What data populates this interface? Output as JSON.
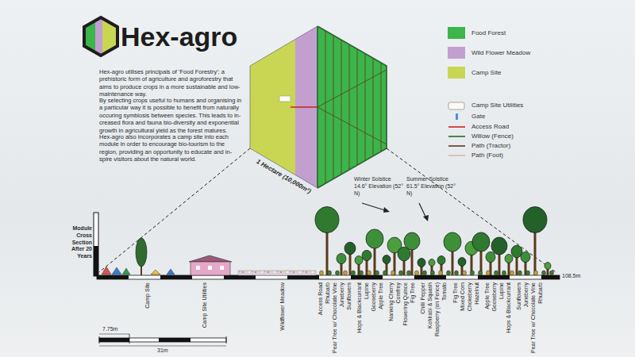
{
  "diagram": {
    "title": "Hex-agro",
    "labels": [
      "Hex-agro utilises principals of 'Food Forestry'; a prehistoric form of agriculture and agroforestry that aims to produce crops in a more sustainable and low-maintenance way.",
      "By selecting crops useful to humans and organising in a particular way it is possible to benefit from naturally occuring symbiosis between species. This leads to in-creased flora and fauna bio-diversity and exponential growth in agricultural yield as the forest matures.",
      "Hex-agro also incorporates a camp site into each module in order to encourage bio-tourism to the region, providing an opportunity to educate and in-spire visitors about the natural world.",
      "1 Hectare (10,000m²)",
      "Winter Solstice 14.6° Elevation (52° N)",
      "Summer Solstice 61.5° Elevation (52° N)",
      "Module Cross Section After 20 Years",
      "108.5m",
      "7.75m",
      "31m",
      "Camp Site",
      "Camp Site Utilities",
      "Wildflower Meadow",
      "Access Road",
      "Rhubarb",
      "Pear Tree w/ Chocolate Vine",
      "Juneberry",
      "Sunflowers",
      "Hops & Blackcurrant",
      "Lupine",
      "Gooseberry",
      "Apple Tree",
      "Nanking Cherry",
      "Comfrey",
      "Flowering Quince",
      "Fig Tree",
      "Chilli Pepper",
      "Kohlrabi & Squash",
      "Raspberry (on Fence)",
      "Tomato",
      "Fig Tree",
      "Mixed Corn",
      "Chokeberry",
      "Hazelnut",
      "Apple Tree",
      "Gooseberry",
      "Lupine",
      "Hops & Blackcurrant",
      "Sunflowers",
      "Juneberry",
      "Pear Tree w/ Chocolate Vine",
      "Rhubarb"
    ],
    "legend": [
      {
        "text": "Food Forest",
        "color": "#3cb54a"
      },
      {
        "text": "Wild Flower Meadow",
        "color": "#c39fd0"
      },
      {
        "text": "Camp Site",
        "color": "#c8d654"
      },
      {
        "text": "Camp Site Utilities"
      },
      {
        "text": "Gate"
      },
      {
        "text": "Access Road"
      },
      {
        "text": "Willow (Fence)"
      },
      {
        "text": "Path (Tractor)"
      },
      {
        "text": "Path (Foot)"
      }
    ]
  }
}
